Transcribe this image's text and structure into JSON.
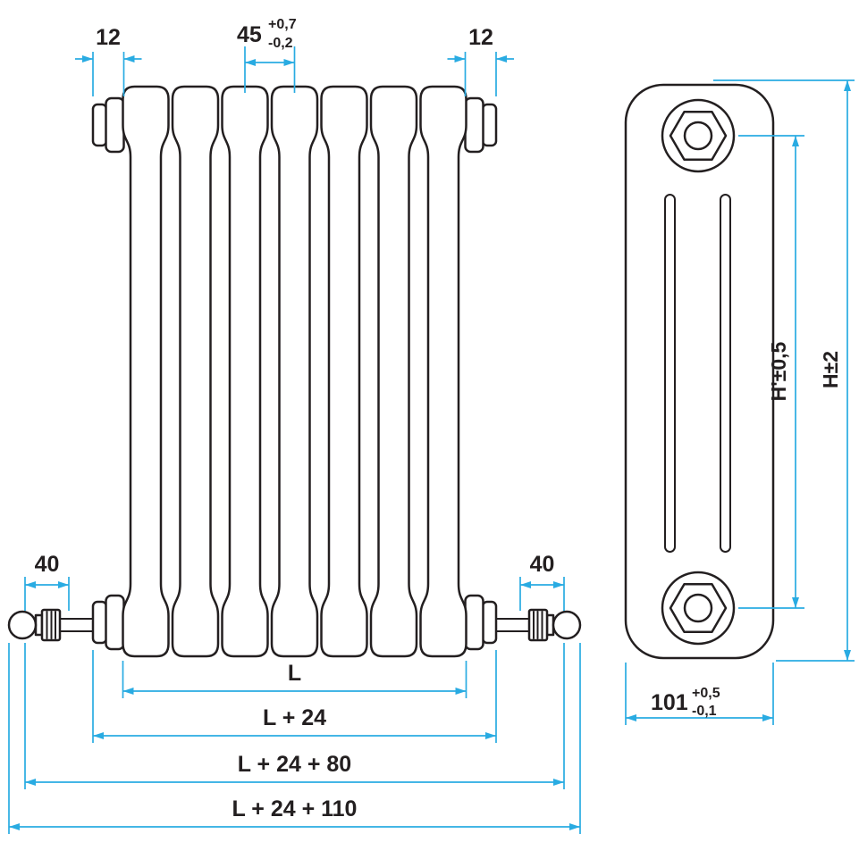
{
  "title": "Tubular column radiator dimensional drawing",
  "colors": {
    "line": "#231f20",
    "dimension": "#29abe2",
    "background": "#ffffff"
  },
  "front_view": {
    "sections_count": 7,
    "dims": {
      "bushing_left": "12",
      "bushing_right": "12",
      "pitch": "45",
      "pitch_tol_plus": "+0,7",
      "pitch_tol_minus": "-0,2",
      "valve_left": "40",
      "valve_right": "40",
      "length": "L",
      "length_plus_24": "L + 24",
      "length_plus_24_80": "L + 24 + 80",
      "length_plus_24_110": "L + 24 + 110"
    }
  },
  "side_view": {
    "columns_depth": 3,
    "dims": {
      "height_centers": "H'±0,5",
      "height_overall": "H±2",
      "depth": "101",
      "depth_tol_plus": "+0,5",
      "depth_tol_minus": "-0,1"
    }
  }
}
